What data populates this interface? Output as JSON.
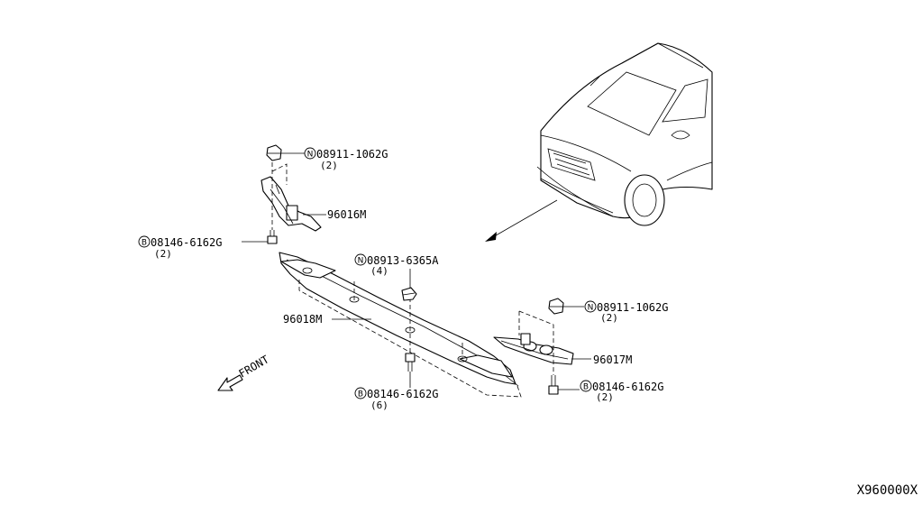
{
  "diagram_code": "X960000X",
  "front_label": "FRONT",
  "callouts": {
    "nut_left": {
      "prefix": "N",
      "part_no": "08911-1062G",
      "qty": "(2)"
    },
    "bolt_left": {
      "prefix": "B",
      "part_no": "08146-6162G",
      "qty": "(2)"
    },
    "clip_center": {
      "prefix": "N",
      "part_no": "08913-6365A",
      "qty": "(4)"
    },
    "bolt_center": {
      "prefix": "B",
      "part_no": "08146-6162G",
      "qty": "(6)"
    },
    "nut_right": {
      "prefix": "N",
      "part_no": "08911-1062G",
      "qty": "(2)"
    },
    "bolt_right": {
      "prefix": "B",
      "part_no": "08146-6162G",
      "qty": "(2)"
    }
  },
  "parts": {
    "bracket_left": "96016M",
    "cover_center": "96018M",
    "bracket_right": "96017M"
  }
}
